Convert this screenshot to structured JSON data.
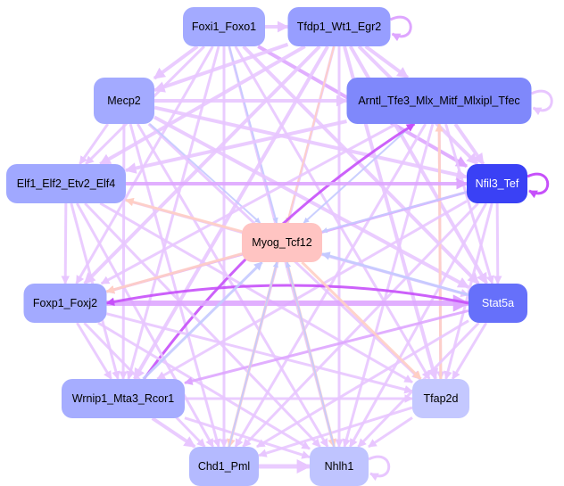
{
  "nodes": [
    {
      "id": "Foxi1_Foxo1",
      "label": "Foxi1_Foxo1",
      "color": "#a3aaff",
      "text": "#000000"
    },
    {
      "id": "Tfdp1_Wt1_Egr2",
      "label": "Tfdp1_Wt1_Egr2",
      "color": "#979eff",
      "text": "#000000"
    },
    {
      "id": "Mecp2",
      "label": "Mecp2",
      "color": "#a3aaff",
      "text": "#000000"
    },
    {
      "id": "Arntl",
      "label": "Arntl_Tfe3_Mlx_Mitf_Mlxipl_Tfec",
      "color": "#7f88fb",
      "text": "#000000"
    },
    {
      "id": "Elf1",
      "label": "Elf1_Elf2_Etv2_Elf4",
      "color": "#a0a8ff",
      "text": "#000000"
    },
    {
      "id": "Nfil3_Tef",
      "label": "Nfil3_Tef",
      "color": "#3a41f5",
      "text": "#ffffff"
    },
    {
      "id": "Myog_Tcf12",
      "label": "Myog_Tcf12",
      "color": "#ffc4c2",
      "text": "#000000"
    },
    {
      "id": "Foxp1_Foxj2",
      "label": "Foxp1_Foxj2",
      "color": "#a3aaff",
      "text": "#000000"
    },
    {
      "id": "Stat5a",
      "label": "Stat5a",
      "color": "#6670fa",
      "text": "#ffffff"
    },
    {
      "id": "Wrnip1",
      "label": "Wrnip1_Mta3_Rcor1",
      "color": "#a6adff",
      "text": "#000000"
    },
    {
      "id": "Tfap2d",
      "label": "Tfap2d",
      "color": "#c4c8ff",
      "text": "#000000"
    },
    {
      "id": "Chd1_Pml",
      "label": "Chd1_Pml",
      "color": "#b4baff",
      "text": "#000000"
    },
    {
      "id": "Nhlh1",
      "label": "Nhlh1",
      "color": "#bfc4ff",
      "text": "#000000"
    }
  ],
  "colors": {
    "edge_default": "#e8c6ff",
    "edge_mid": "#dea6ff",
    "edge_strong": "#c650fa",
    "edge_blue": "#c4caff",
    "edge_peach": "#ffcfc4"
  },
  "edges": [
    {
      "s": "Foxi1_Foxo1",
      "t": "Tfdp1_Wt1_Egr2",
      "c": "edge_default",
      "w": 4
    },
    {
      "s": "Foxi1_Foxo1",
      "t": "Mecp2",
      "c": "edge_default",
      "w": 4
    },
    {
      "s": "Foxi1_Foxo1",
      "t": "Elf1",
      "c": "edge_default",
      "w": 3
    },
    {
      "s": "Foxi1_Foxo1",
      "t": "Foxp1_Foxj2",
      "c": "edge_default",
      "w": 3
    },
    {
      "s": "Foxi1_Foxo1",
      "t": "Wrnip1",
      "c": "edge_default",
      "w": 3
    },
    {
      "s": "Foxi1_Foxo1",
      "t": "Chd1_Pml",
      "c": "edge_default",
      "w": 3
    },
    {
      "s": "Foxi1_Foxo1",
      "t": "Nhlh1",
      "c": "edge_default",
      "w": 3
    },
    {
      "s": "Foxi1_Foxo1",
      "t": "Tfap2d",
      "c": "edge_default",
      "w": 3
    },
    {
      "s": "Foxi1_Foxo1",
      "t": "Stat5a",
      "c": "edge_default",
      "w": 4
    },
    {
      "s": "Foxi1_Foxo1",
      "t": "Nfil3_Tef",
      "c": "edge_mid",
      "w": 4
    },
    {
      "s": "Foxi1_Foxo1",
      "t": "Myog_Tcf12",
      "c": "edge_blue",
      "w": 2
    },
    {
      "s": "Tfdp1_Wt1_Egr2",
      "t": "Arntl",
      "c": "edge_default",
      "w": 4
    },
    {
      "s": "Tfdp1_Wt1_Egr2",
      "t": "Mecp2",
      "c": "edge_default",
      "w": 4
    },
    {
      "s": "Tfdp1_Wt1_Egr2",
      "t": "Elf1",
      "c": "edge_default",
      "w": 4
    },
    {
      "s": "Tfdp1_Wt1_Egr2",
      "t": "Foxp1_Foxj2",
      "c": "edge_default",
      "w": 4
    },
    {
      "s": "Tfdp1_Wt1_Egr2",
      "t": "Wrnip1",
      "c": "edge_default",
      "w": 4
    },
    {
      "s": "Tfdp1_Wt1_Egr2",
      "t": "Chd1_Pml",
      "c": "edge_default",
      "w": 3
    },
    {
      "s": "Tfdp1_Wt1_Egr2",
      "t": "Nhlh1",
      "c": "edge_default",
      "w": 3
    },
    {
      "s": "Tfdp1_Wt1_Egr2",
      "t": "Tfap2d",
      "c": "edge_default",
      "w": 4
    },
    {
      "s": "Tfdp1_Wt1_Egr2",
      "t": "Stat5a",
      "c": "edge_default",
      "w": 4
    },
    {
      "s": "Tfdp1_Wt1_Egr2",
      "t": "Nfil3_Tef",
      "c": "edge_default",
      "w": 4
    },
    {
      "s": "Tfdp1_Wt1_Egr2",
      "t": "Myog_Tcf12",
      "c": "edge_peach",
      "w": 2
    },
    {
      "s": "Mecp2",
      "t": "Arntl",
      "c": "edge_default",
      "w": 4
    },
    {
      "s": "Mecp2",
      "t": "Elf1",
      "c": "edge_default",
      "w": 3
    },
    {
      "s": "Mecp2",
      "t": "Nfil3_Tef",
      "c": "edge_default",
      "w": 4
    },
    {
      "s": "Mecp2",
      "t": "Stat5a",
      "c": "edge_default",
      "w": 4
    },
    {
      "s": "Mecp2",
      "t": "Tfap2d",
      "c": "edge_default",
      "w": 3
    },
    {
      "s": "Mecp2",
      "t": "Nhlh1",
      "c": "edge_default",
      "w": 3
    },
    {
      "s": "Mecp2",
      "t": "Chd1_Pml",
      "c": "edge_default",
      "w": 3
    },
    {
      "s": "Mecp2",
      "t": "Wrnip1",
      "c": "edge_default",
      "w": 3
    },
    {
      "s": "Mecp2",
      "t": "Myog_Tcf12",
      "c": "edge_blue",
      "w": 2
    },
    {
      "s": "Arntl",
      "t": "Elf1",
      "c": "edge_default",
      "w": 4
    },
    {
      "s": "Arntl",
      "t": "Nfil3_Tef",
      "c": "edge_default",
      "w": 4
    },
    {
      "s": "Arntl",
      "t": "Stat5a",
      "c": "edge_default",
      "w": 3
    },
    {
      "s": "Arntl",
      "t": "Tfap2d",
      "c": "edge_default",
      "w": 3
    },
    {
      "s": "Arntl",
      "t": "Nhlh1",
      "c": "edge_default",
      "w": 3
    },
    {
      "s": "Arntl",
      "t": "Chd1_Pml",
      "c": "edge_default",
      "w": 3
    },
    {
      "s": "Arntl",
      "t": "Foxp1_Foxj2",
      "c": "edge_default",
      "w": 3
    },
    {
      "s": "Arntl",
      "t": "Myog_Tcf12",
      "c": "edge_blue",
      "w": 2
    },
    {
      "s": "Wrnip1",
      "t": "Arntl",
      "c": "edge_strong",
      "w": 3,
      "curve": -40
    },
    {
      "s": "Tfap2d",
      "t": "Arntl",
      "c": "edge_peach",
      "w": 3
    },
    {
      "s": "Elf1",
      "t": "Nfil3_Tef",
      "c": "edge_mid",
      "w": 4
    },
    {
      "s": "Elf1",
      "t": "Foxp1_Foxj2",
      "c": "edge_default",
      "w": 3
    },
    {
      "s": "Elf1",
      "t": "Stat5a",
      "c": "edge_default",
      "w": 3
    },
    {
      "s": "Elf1",
      "t": "Wrnip1",
      "c": "edge_default",
      "w": 3
    },
    {
      "s": "Elf1",
      "t": "Chd1_Pml",
      "c": "edge_default",
      "w": 3
    },
    {
      "s": "Elf1",
      "t": "Nhlh1",
      "c": "edge_default",
      "w": 3
    },
    {
      "s": "Elf1",
      "t": "Tfap2d",
      "c": "edge_default",
      "w": 3
    },
    {
      "s": "Myog_Tcf12",
      "t": "Elf1",
      "c": "edge_peach",
      "w": 3
    },
    {
      "s": "Nfil3_Tef",
      "t": "Stat5a",
      "c": "edge_default",
      "w": 3
    },
    {
      "s": "Nfil3_Tef",
      "t": "Foxp1_Foxj2",
      "c": "edge_mid",
      "w": 3
    },
    {
      "s": "Nfil3_Tef",
      "t": "Wrnip1",
      "c": "edge_default",
      "w": 3
    },
    {
      "s": "Nfil3_Tef",
      "t": "Chd1_Pml",
      "c": "edge_default",
      "w": 3
    },
    {
      "s": "Nfil3_Tef",
      "t": "Nhlh1",
      "c": "edge_default",
      "w": 3
    },
    {
      "s": "Nfil3_Tef",
      "t": "Tfap2d",
      "c": "edge_default",
      "w": 3
    },
    {
      "s": "Nfil3_Tef",
      "t": "Myog_Tcf12",
      "c": "edge_blue",
      "w": 2
    },
    {
      "s": "Foxp1_Foxj2",
      "t": "Stat5a",
      "c": "edge_mid",
      "w": 6
    },
    {
      "s": "Stat5a",
      "t": "Foxp1_Foxj2",
      "c": "edge_strong",
      "w": 3,
      "curve": 40
    },
    {
      "s": "Foxp1_Foxj2",
      "t": "Wrnip1",
      "c": "edge_default",
      "w": 3
    },
    {
      "s": "Foxp1_Foxj2",
      "t": "Chd1_Pml",
      "c": "edge_default",
      "w": 3
    },
    {
      "s": "Foxp1_Foxj2",
      "t": "Nhlh1",
      "c": "edge_default",
      "w": 3
    },
    {
      "s": "Foxp1_Foxj2",
      "t": "Tfap2d",
      "c": "edge_default",
      "w": 3
    },
    {
      "s": "Myog_Tcf12",
      "t": "Foxp1_Foxj2",
      "c": "edge_peach",
      "w": 3
    },
    {
      "s": "Stat5a",
      "t": "Myog_Tcf12",
      "c": "edge_blue",
      "w": 3
    },
    {
      "s": "Stat5a",
      "t": "Wrnip1",
      "c": "edge_mid",
      "w": 3
    },
    {
      "s": "Stat5a",
      "t": "Chd1_Pml",
      "c": "edge_default",
      "w": 3
    },
    {
      "s": "Stat5a",
      "t": "Nhlh1",
      "c": "edge_default",
      "w": 3
    },
    {
      "s": "Stat5a",
      "t": "Tfap2d",
      "c": "edge_default",
      "w": 3
    },
    {
      "s": "Wrnip1",
      "t": "Myog_Tcf12",
      "c": "edge_blue",
      "w": 3
    },
    {
      "s": "Wrnip1",
      "t": "Chd1_Pml",
      "c": "edge_default",
      "w": 4
    },
    {
      "s": "Wrnip1",
      "t": "Nhlh1",
      "c": "edge_default",
      "w": 3
    },
    {
      "s": "Wrnip1",
      "t": "Tfap2d",
      "c": "edge_default",
      "w": 3
    },
    {
      "s": "Tfap2d",
      "t": "Chd1_Pml",
      "c": "edge_default",
      "w": 3
    },
    {
      "s": "Tfap2d",
      "t": "Nhlh1",
      "c": "edge_default",
      "w": 3
    },
    {
      "s": "Myog_Tcf12",
      "t": "Tfap2d",
      "c": "edge_peach",
      "w": 3
    },
    {
      "s": "Chd1_Pml",
      "t": "Nhlh1",
      "c": "edge_default",
      "w": 5
    },
    {
      "s": "Myog_Tcf12",
      "t": "Chd1_Pml",
      "c": "edge_peach",
      "w": 3
    },
    {
      "s": "Chd1_Pml",
      "t": "Myog_Tcf12",
      "c": "edge_blue",
      "w": 2
    },
    {
      "s": "Myog_Tcf12",
      "t": "Nhlh1",
      "c": "edge_peach",
      "w": 3
    },
    {
      "s": "Nhlh1",
      "t": "Myog_Tcf12",
      "c": "edge_blue",
      "w": 2
    }
  ],
  "self_loops": [
    {
      "node": "Tfdp1_Wt1_Egr2",
      "c": "edge_mid"
    },
    {
      "node": "Arntl",
      "c": "edge_default"
    },
    {
      "node": "Nfil3_Tef",
      "c": "edge_strong"
    },
    {
      "node": "Nhlh1",
      "c": "edge_default"
    }
  ]
}
